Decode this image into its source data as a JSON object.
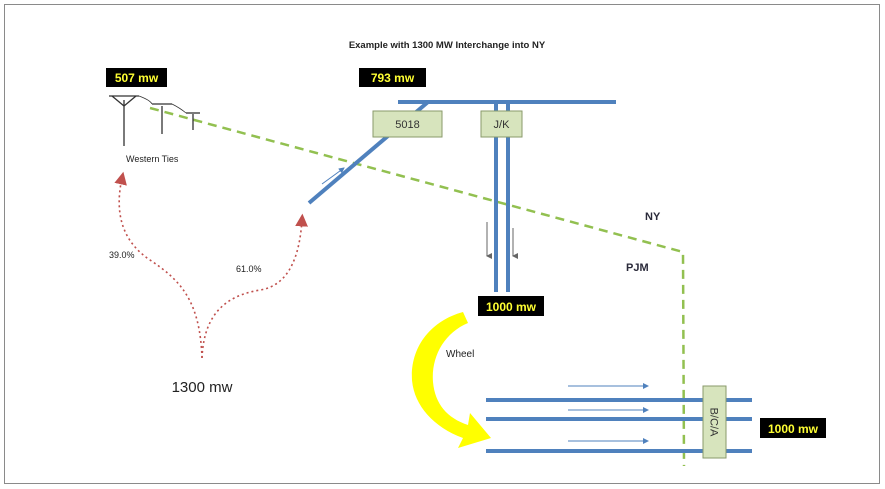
{
  "title": "Example with 1300 MW Interchange into NY",
  "flows": {
    "western_ties": "507 mw",
    "line_5018": "793 mw",
    "jk_output": "1000 mw",
    "bca_output": "1000 mw"
  },
  "labels": {
    "western_ties": "Western Ties",
    "ny": "NY",
    "pjm": "PJM",
    "wheel": "Wheel",
    "total": "1300 mw",
    "pct_left": "39.0%",
    "pct_right": "61.0%"
  },
  "boxes": {
    "b5018": "5018",
    "jk": "J/K",
    "bca": "B/C/A"
  },
  "colors": {
    "line": "#4f81bd",
    "border_dash": "#92c050",
    "box_fill": "#d7e4bd",
    "badge_bg": "#000000",
    "badge_text": "#ffff33",
    "wheel_arrow": "#ffff00",
    "split_arrow": "#c0504d"
  }
}
